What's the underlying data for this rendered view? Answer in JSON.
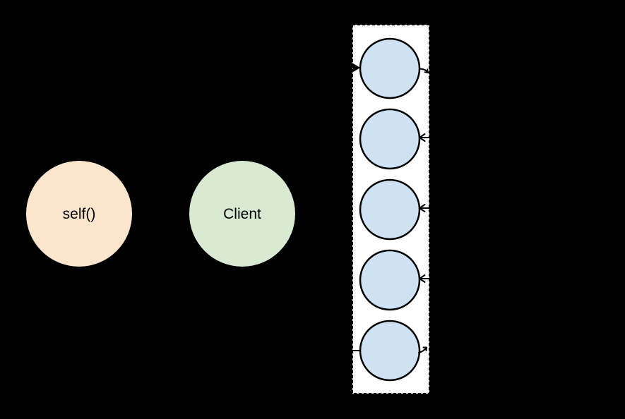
{
  "diagram": {
    "background_color": "#000000",
    "nodes": {
      "self": {
        "label": "self()",
        "fill": "#fce5cd",
        "text_color": "#000000"
      },
      "client": {
        "label": "Client",
        "fill": "#d9ead3",
        "text_color": "#000000"
      }
    },
    "worker_pool": {
      "box_fill": "#ffffff",
      "box_border_color": "#000000",
      "box_border_style": "dashed",
      "worker_count": 5,
      "worker_fill": "#cfe2f3",
      "worker_outline": "#000000"
    },
    "connector_color": "#000000"
  }
}
